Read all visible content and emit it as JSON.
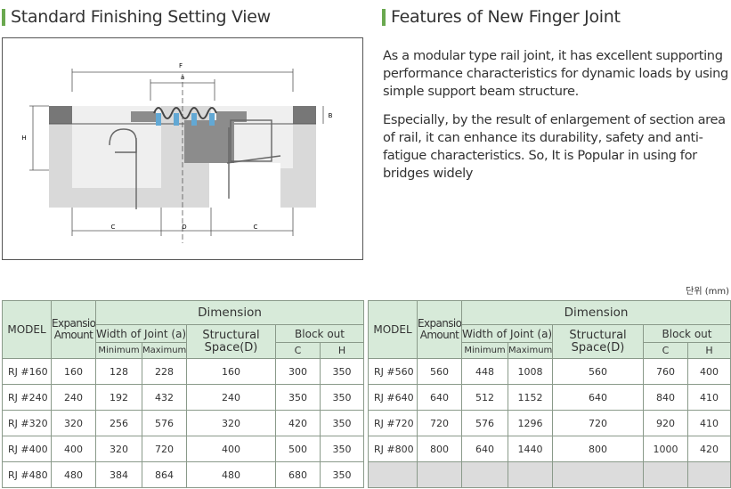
{
  "left_section": {
    "title": "Standard Finishing Setting View"
  },
  "right_section": {
    "title": "Features of New Finger Joint",
    "paragraphs": [
      "As a modular type rail joint, it has excellent supporting performance characteristics for dynamic loads by using simple support beam structure.",
      "Especially, by the result of enlargement of section area of rail, it can enhance its durability, safety and anti-fatigue characteristics. So, It is Popular in using for bridges widely"
    ]
  },
  "drawing": {
    "labels": {
      "F": "F",
      "a": "a",
      "B": "B",
      "H": "H",
      "C_left": "C",
      "D": "D",
      "C_right": "C"
    },
    "colors": {
      "concrete": "#d9d9d9",
      "plate": "#8c8c8c",
      "finger": "#62a8d4",
      "steel": "#999999"
    }
  },
  "unit_note": "단위 (mm)",
  "table": {
    "headers": {
      "model": "MODEL",
      "expansion": "Expansion Amount",
      "dimension": "Dimension",
      "width": "Width of Joint (a)",
      "minimum": "Minimum",
      "maximum": "Maximum",
      "structural": "Structural Space(D)",
      "blockout": "Block out",
      "c": "C",
      "h": "H"
    },
    "left_rows": [
      [
        "RJ #160",
        "160",
        "128",
        "228",
        "160",
        "300",
        "350"
      ],
      [
        "RJ #240",
        "240",
        "192",
        "432",
        "240",
        "350",
        "350"
      ],
      [
        "RJ #320",
        "320",
        "256",
        "576",
        "320",
        "420",
        "350"
      ],
      [
        "RJ #400",
        "400",
        "320",
        "720",
        "400",
        "500",
        "350"
      ],
      [
        "RJ #480",
        "480",
        "384",
        "864",
        "480",
        "680",
        "350"
      ]
    ],
    "right_rows": [
      [
        "RJ #560",
        "560",
        "448",
        "1008",
        "560",
        "760",
        "400"
      ],
      [
        "RJ #640",
        "640",
        "512",
        "1152",
        "640",
        "840",
        "410"
      ],
      [
        "RJ #720",
        "720",
        "576",
        "1296",
        "720",
        "920",
        "410"
      ],
      [
        "RJ #800",
        "800",
        "640",
        "1440",
        "800",
        "1000",
        "420"
      ]
    ]
  }
}
